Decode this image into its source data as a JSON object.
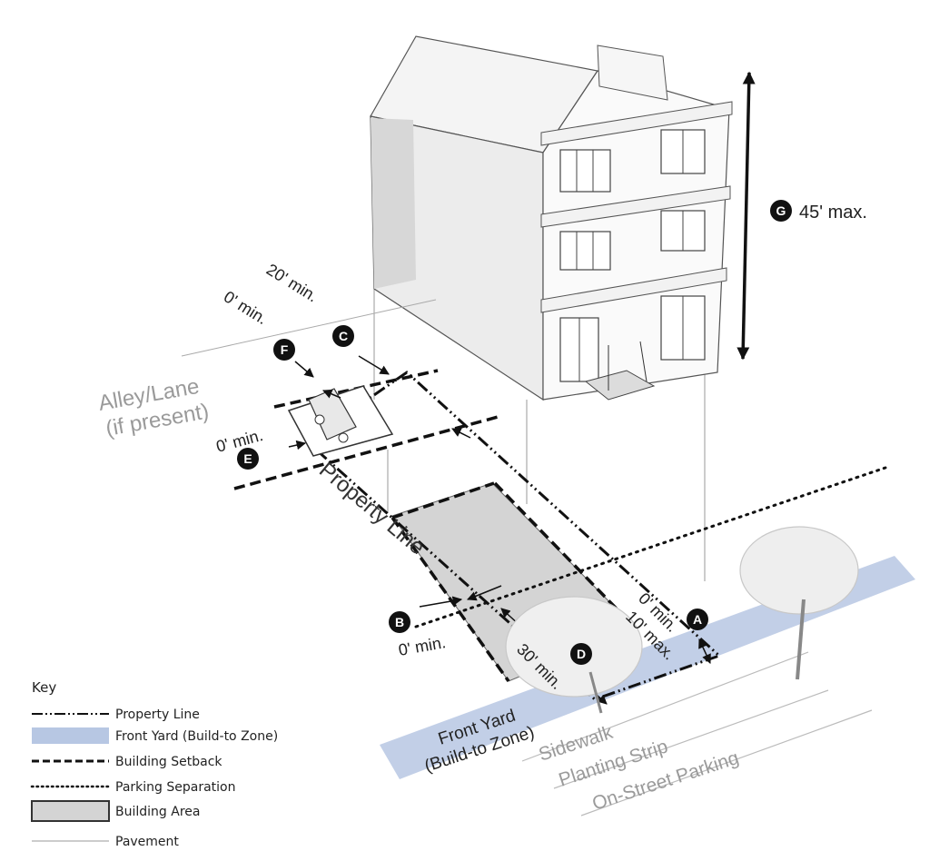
{
  "labels": {
    "alley": "Alley/Lane",
    "alley_sub": "(if present)",
    "property_line": "Property Line",
    "front_yard": "Front Yard",
    "front_yard_sub": "(Build-to Zone)",
    "sidewalk": "Sidewalk",
    "planting_strip": "Planting Strip",
    "on_street_parking": "On-Street Parking"
  },
  "callouts": [
    {
      "letter": "A",
      "text1": "0' min.",
      "text2": "10' max."
    },
    {
      "letter": "B",
      "text1": "0' min."
    },
    {
      "letter": "C",
      "text1": "20' min."
    },
    {
      "letter": "D",
      "text1": "30' min."
    },
    {
      "letter": "E",
      "text1": "0' min."
    },
    {
      "letter": "F",
      "text1": "0' min."
    },
    {
      "letter": "G",
      "text1": "45' max."
    }
  ],
  "key": {
    "title": "Key",
    "items": [
      {
        "label": "Property Line",
        "style": "dash-dot-dot"
      },
      {
        "label": "Front Yard (Build-to Zone)",
        "style": "blue-fill",
        "color": "#b7c7e3"
      },
      {
        "label": "Building Setback",
        "style": "dashed"
      },
      {
        "label": "Parking Separation",
        "style": "dotted"
      },
      {
        "label": "Building Area",
        "style": "gray-box",
        "color": "#d4d4d4"
      },
      {
        "label": "Pavement",
        "style": "thin-line"
      }
    ]
  }
}
